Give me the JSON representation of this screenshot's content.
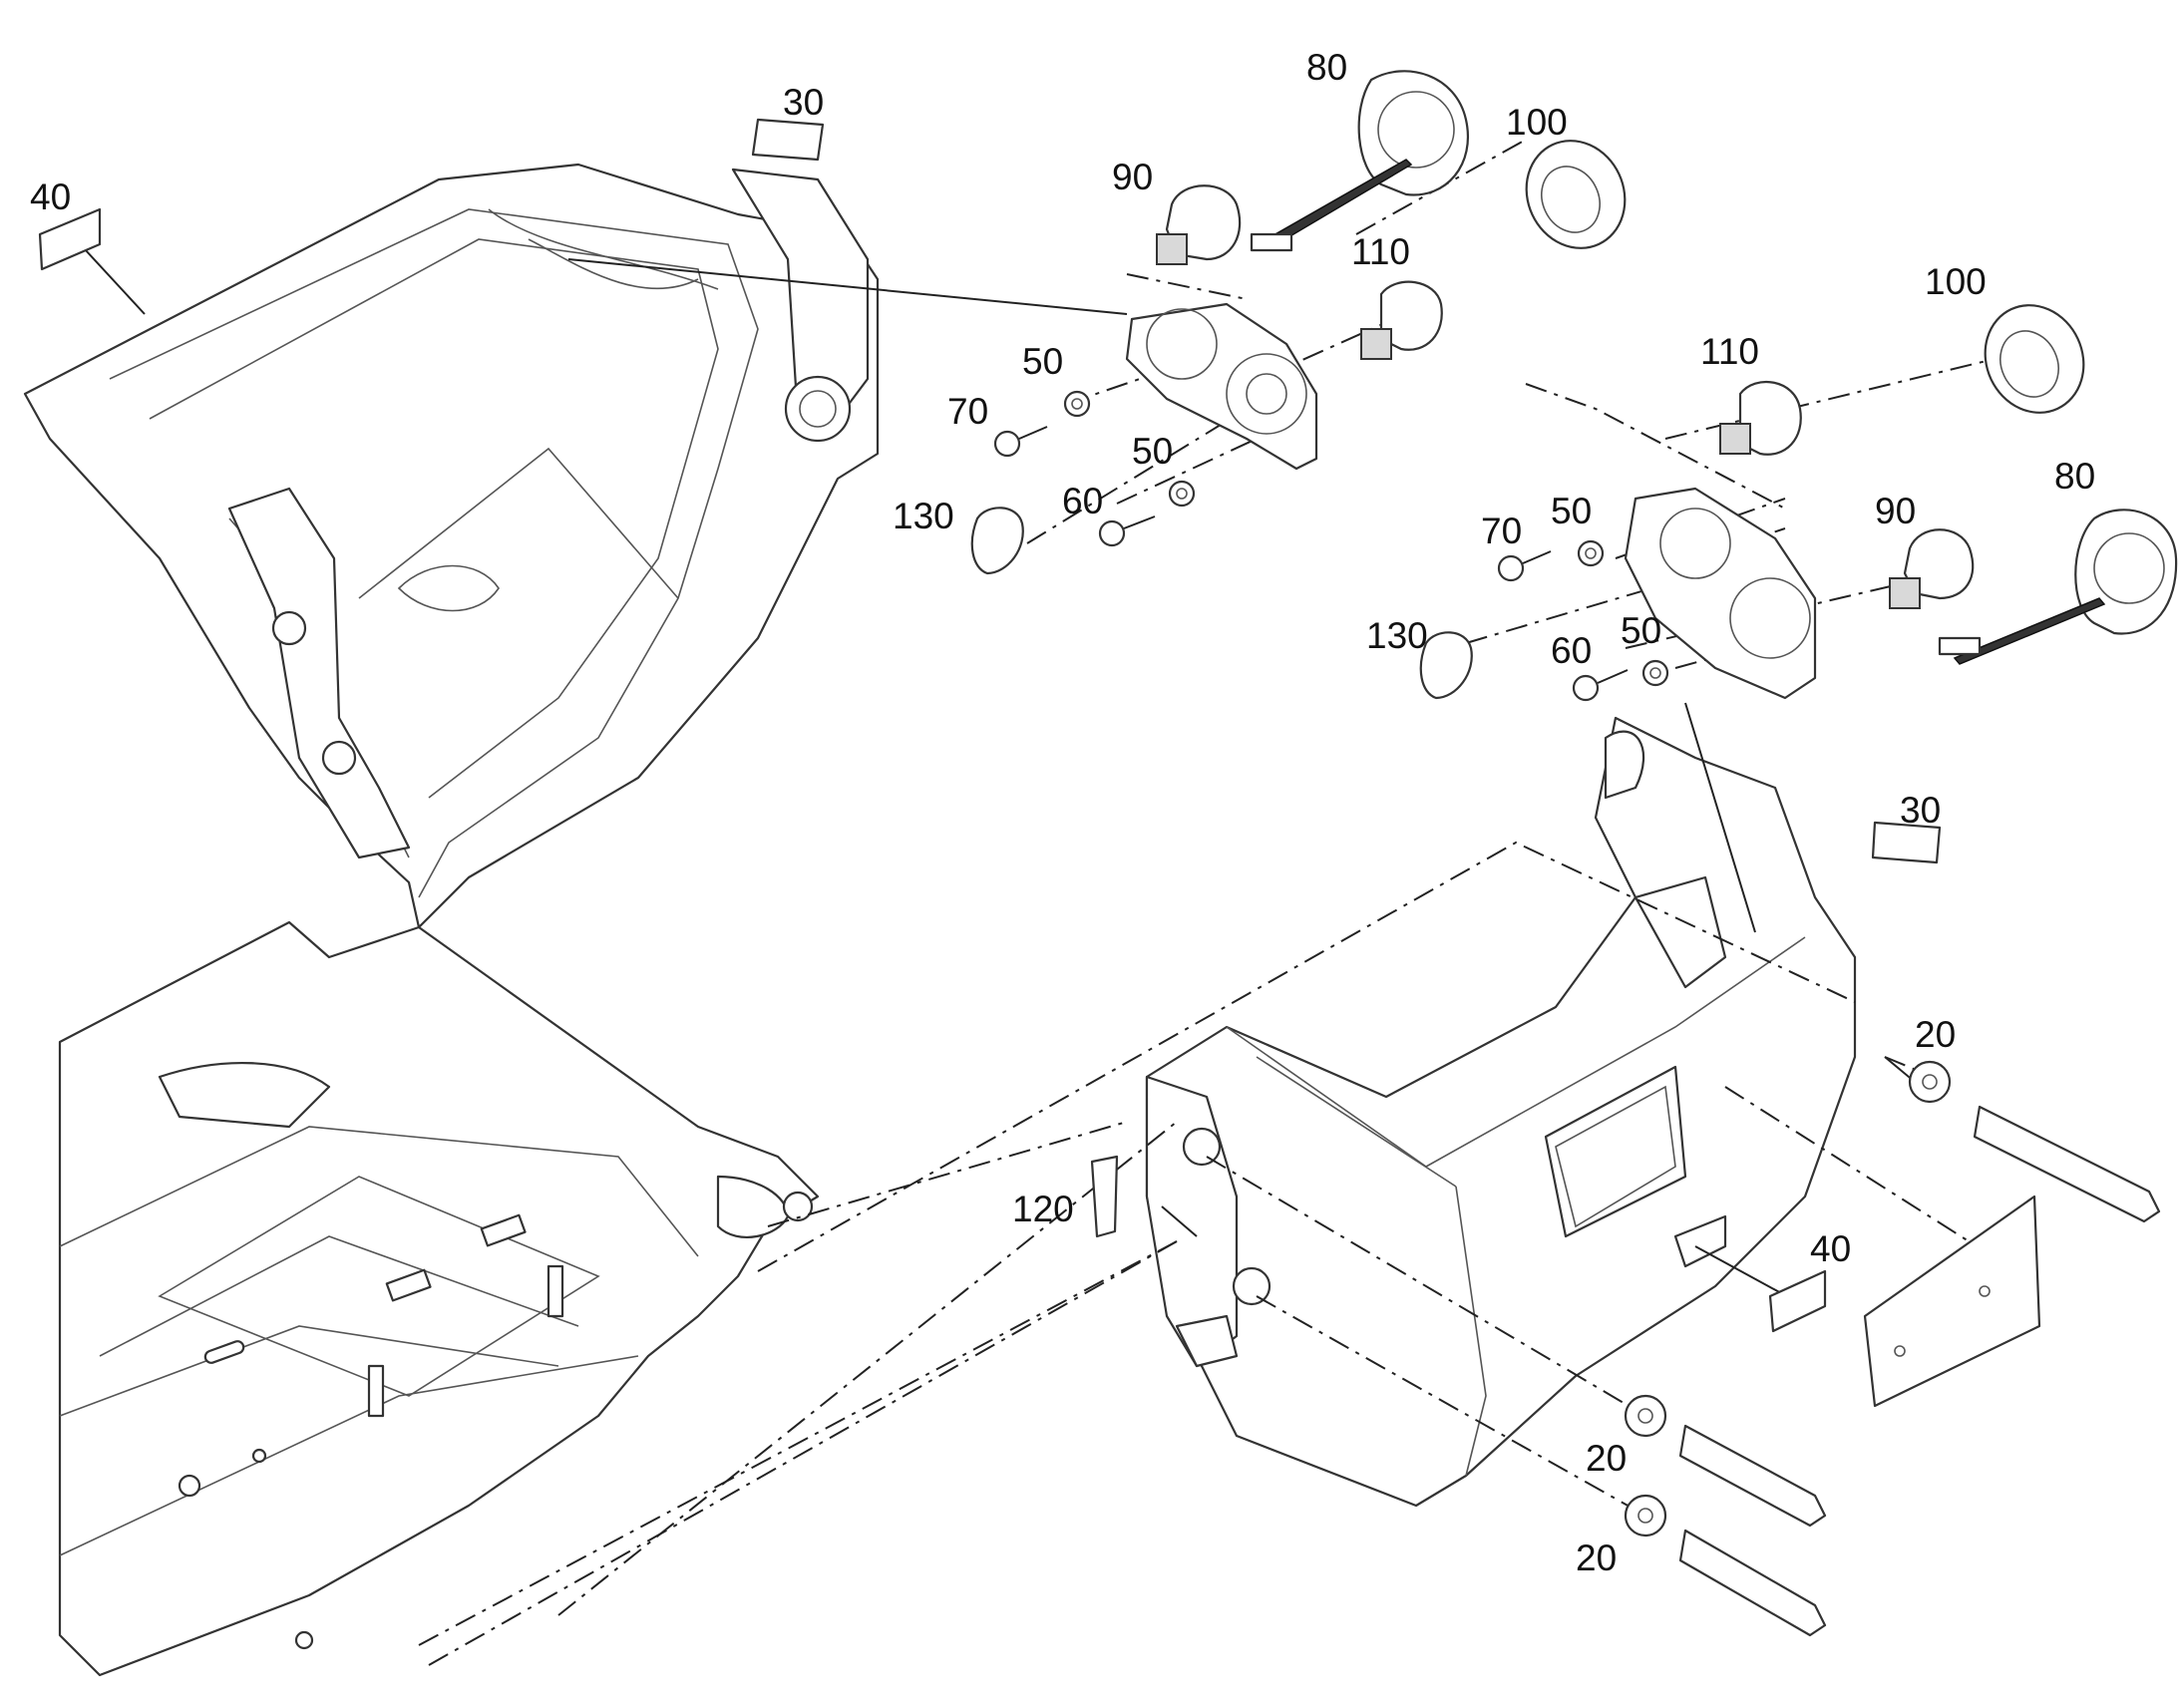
{
  "diagram": {
    "labels": [
      {
        "id": "l30a",
        "text": "30"
      },
      {
        "id": "l40a",
        "text": "40"
      },
      {
        "id": "l80a",
        "text": "80"
      },
      {
        "id": "l90a",
        "text": "90"
      },
      {
        "id": "l100a",
        "text": "100"
      },
      {
        "id": "l110a",
        "text": "110"
      },
      {
        "id": "l50a",
        "text": "50"
      },
      {
        "id": "l70a",
        "text": "70"
      },
      {
        "id": "l50b",
        "text": "50"
      },
      {
        "id": "l130a",
        "text": "130"
      },
      {
        "id": "l60a",
        "text": "60"
      },
      {
        "id": "l100b",
        "text": "100"
      },
      {
        "id": "l110b",
        "text": "110"
      },
      {
        "id": "l80b",
        "text": "80"
      },
      {
        "id": "l70b",
        "text": "70"
      },
      {
        "id": "l50c",
        "text": "50"
      },
      {
        "id": "l90b",
        "text": "90"
      },
      {
        "id": "l130b",
        "text": "130"
      },
      {
        "id": "l50d",
        "text": "50"
      },
      {
        "id": "l60b",
        "text": "60"
      },
      {
        "id": "l30b",
        "text": "30"
      },
      {
        "id": "l20a",
        "text": "20"
      },
      {
        "id": "l120",
        "text": "120"
      },
      {
        "id": "l40b",
        "text": "40"
      },
      {
        "id": "l20b",
        "text": "20"
      },
      {
        "id": "l20c",
        "text": "20"
      }
    ]
  }
}
